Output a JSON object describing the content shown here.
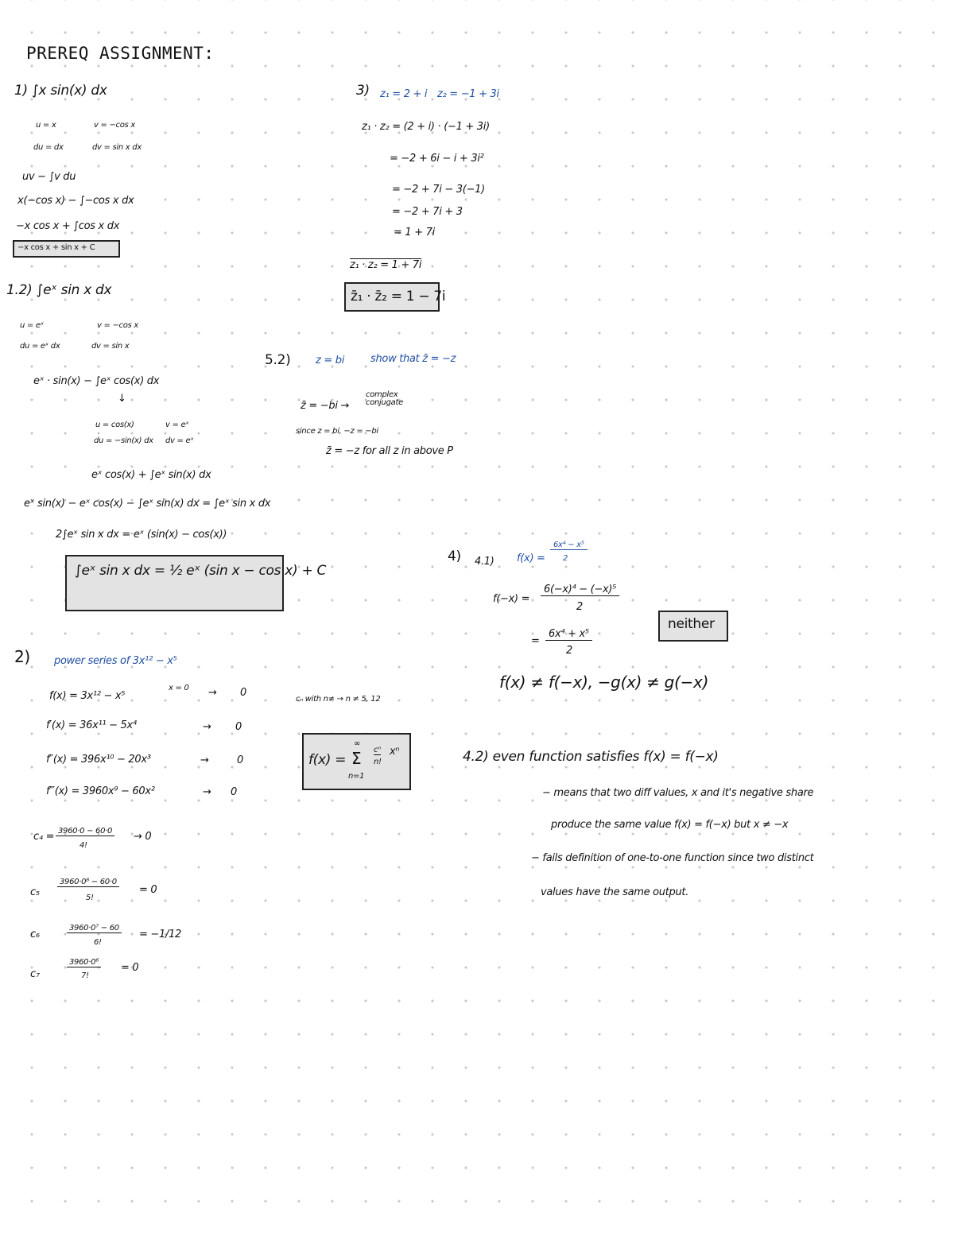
{
  "title": "PREREQ ASSIGNMENT:",
  "p1": {
    "heading": "1) ∫x sin(x) dx",
    "u": "u = x",
    "v": "v = −cos x",
    "du": "du = dx",
    "dv": "dv = sin x dx",
    "step1": "uv − ∫v du",
    "step2": "x(−cos x) − ∫−cos x dx",
    "step3": "−x cos x + ∫cos x dx",
    "answer": "−x cos x + sin x + C"
  },
  "p12": {
    "heading": "1.2) ∫eˣ sin x dx",
    "u": "u = eˣ",
    "v": "v = −cos x",
    "du": "du = eˣ dx",
    "dv": "dv = sin x",
    "step1": "eˣ · sin(x) − ∫eˣ cos(x) dx",
    "arrow": "↓",
    "u2": "u = cos(x)",
    "v2": "v = eˣ",
    "du2": "du = −sin(x) dx",
    "dv2": "dv = eˣ",
    "step2": "eˣ cos(x) + ∫eˣ sin(x) dx",
    "step3": "eˣ sin(x) − eˣ cos(x) − ∫eˣ sin(x) dx = ∫eˣ sin x dx",
    "step4": "2∫eˣ sin x dx = eˣ (sin(x) − cos(x))",
    "answer": "∫eˣ sin x dx = ½ eˣ (sin x − cos x) + C"
  },
  "p3": {
    "label": "3)",
    "z1": "z₁ = 2 + i",
    "z2": "z₂ = −1 + 3i",
    "step1": "z₁ · z₂ = (2 + i) · (−1 + 3i)",
    "step2": "= −2 + 6i − i + 3i²",
    "step3": "= −2 + 7i − 3(−1)",
    "step4": "= −2 + 7i + 3",
    "step5": "= 1 + 7i",
    "conj": "z₁ · z₂ = 1 + 7i",
    "answer_lhs": "z̄₁ · z̄₂",
    "answer_rhs": " = 1 − 7i"
  },
  "p52": {
    "label": "5.2)",
    "given": "z = bi",
    "prompt": "show that z̄ = −z",
    "step1": "z̄ = −bi →",
    "note": "complex conjugate",
    "step2": "since z = bi, −z = −bi",
    "step3": "z̄ = −z for all z in above P"
  },
  "p2": {
    "label": "2)",
    "prompt": "power series of 3x¹² − x⁵",
    "rows": [
      {
        "expr": "f(x) = 3x¹² − x⁵",
        "eval": "x = 0",
        "arrow": "→",
        "value": "0"
      },
      {
        "expr": "f′(x) = 36x¹¹ − 5x⁴",
        "eval": "",
        "arrow": "→",
        "value": "0"
      },
      {
        "expr": "f″(x) = 396x¹⁰ − 20x³",
        "eval": "",
        "arrow": "→",
        "value": "0"
      },
      {
        "expr": "f‴(x) = 3960x⁹ − 60x²",
        "eval": "",
        "arrow": "→",
        "value": "0"
      }
    ],
    "coeffs": [
      {
        "label": "c₄ =",
        "num": "3960·0 − 60·0",
        "den": "4!",
        "result": "→ 0"
      },
      {
        "label": "c₅",
        "num": "3960·0⁸ − 60·0",
        "den": "5!",
        "result": "= 0"
      },
      {
        "label": "c₆",
        "num": "3960·0⁷ − 60",
        "den": "6!",
        "result": "= −1/12"
      },
      {
        "label": "c₇",
        "num": "3960·0⁶",
        "den": "7!",
        "result": "= 0"
      }
    ],
    "note": "cₙ with n≠ → n ≠ 5, 12",
    "answer": {
      "lhs": "f(x) =",
      "sigma": "Σ",
      "upper": "∞",
      "lower": "n=1",
      "num": "cⁿ",
      "den": "n!",
      "tail": "xⁿ"
    }
  },
  "p4": {
    "label": "4)",
    "sub": "4.1)",
    "fx_lhs": "f(x) =",
    "fx_num": "6x⁴ − x⁵",
    "fx_den": "2",
    "neg_lhs": "f(−x) =",
    "neg_num": "6(−x)⁴ − (−x)⁵",
    "neg_den": "2",
    "eq": "=",
    "simp_num": "6x⁴ + x⁵",
    "simp_den": "2",
    "answer": "neither",
    "conclusion": "f(x) ≠ f(−x), −g(x) ≠ g(−x)"
  },
  "p42": {
    "line1": "4.2) even function satisfies f(x) = f(−x)",
    "line2": "− means that two diff values, x and it's negative share",
    "line3": "produce the same value f(x) = f(−x) but x ≠ −x",
    "line4": "− fails definition of one-to-one function since two distinct",
    "line5": "values have the same output."
  }
}
